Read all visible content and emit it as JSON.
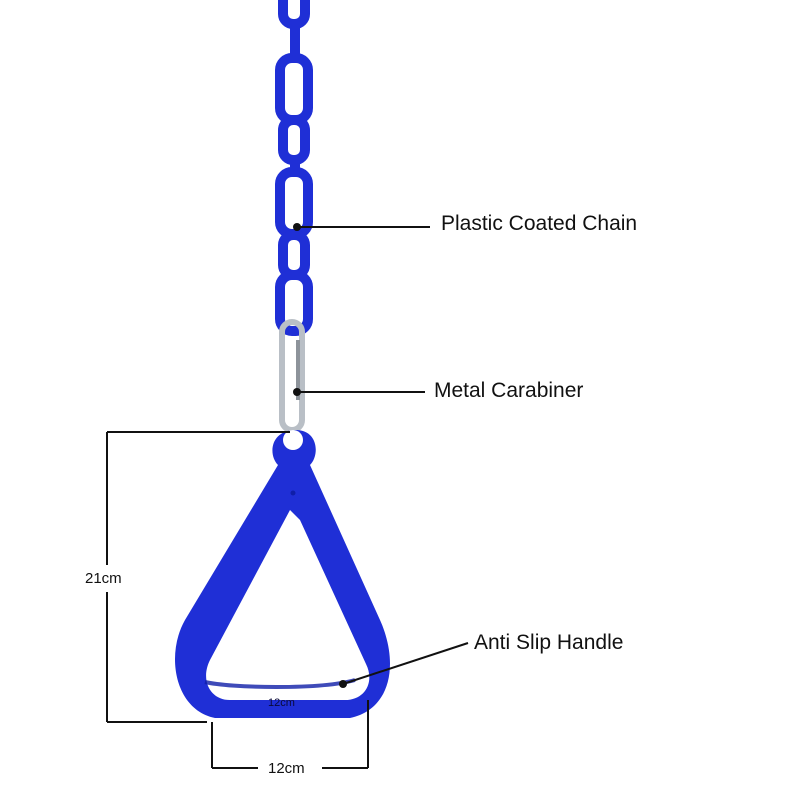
{
  "colors": {
    "plastic_blue": "#1f2fd6",
    "plastic_dark": "#0f1ea8",
    "metal": "#b9bfc6",
    "line": "#111111"
  },
  "callouts": {
    "chain": "Plastic Coated Chain",
    "carabiner": "Metal Carabiner",
    "handle": "Anti Slip Handle"
  },
  "dimensions": {
    "height": "21cm",
    "width": "12cm",
    "handle_print": "12cm"
  },
  "icons": {
    "chain": "chain-icon",
    "carabiner": "carabiner-icon",
    "handle": "triangle-handle-icon"
  }
}
